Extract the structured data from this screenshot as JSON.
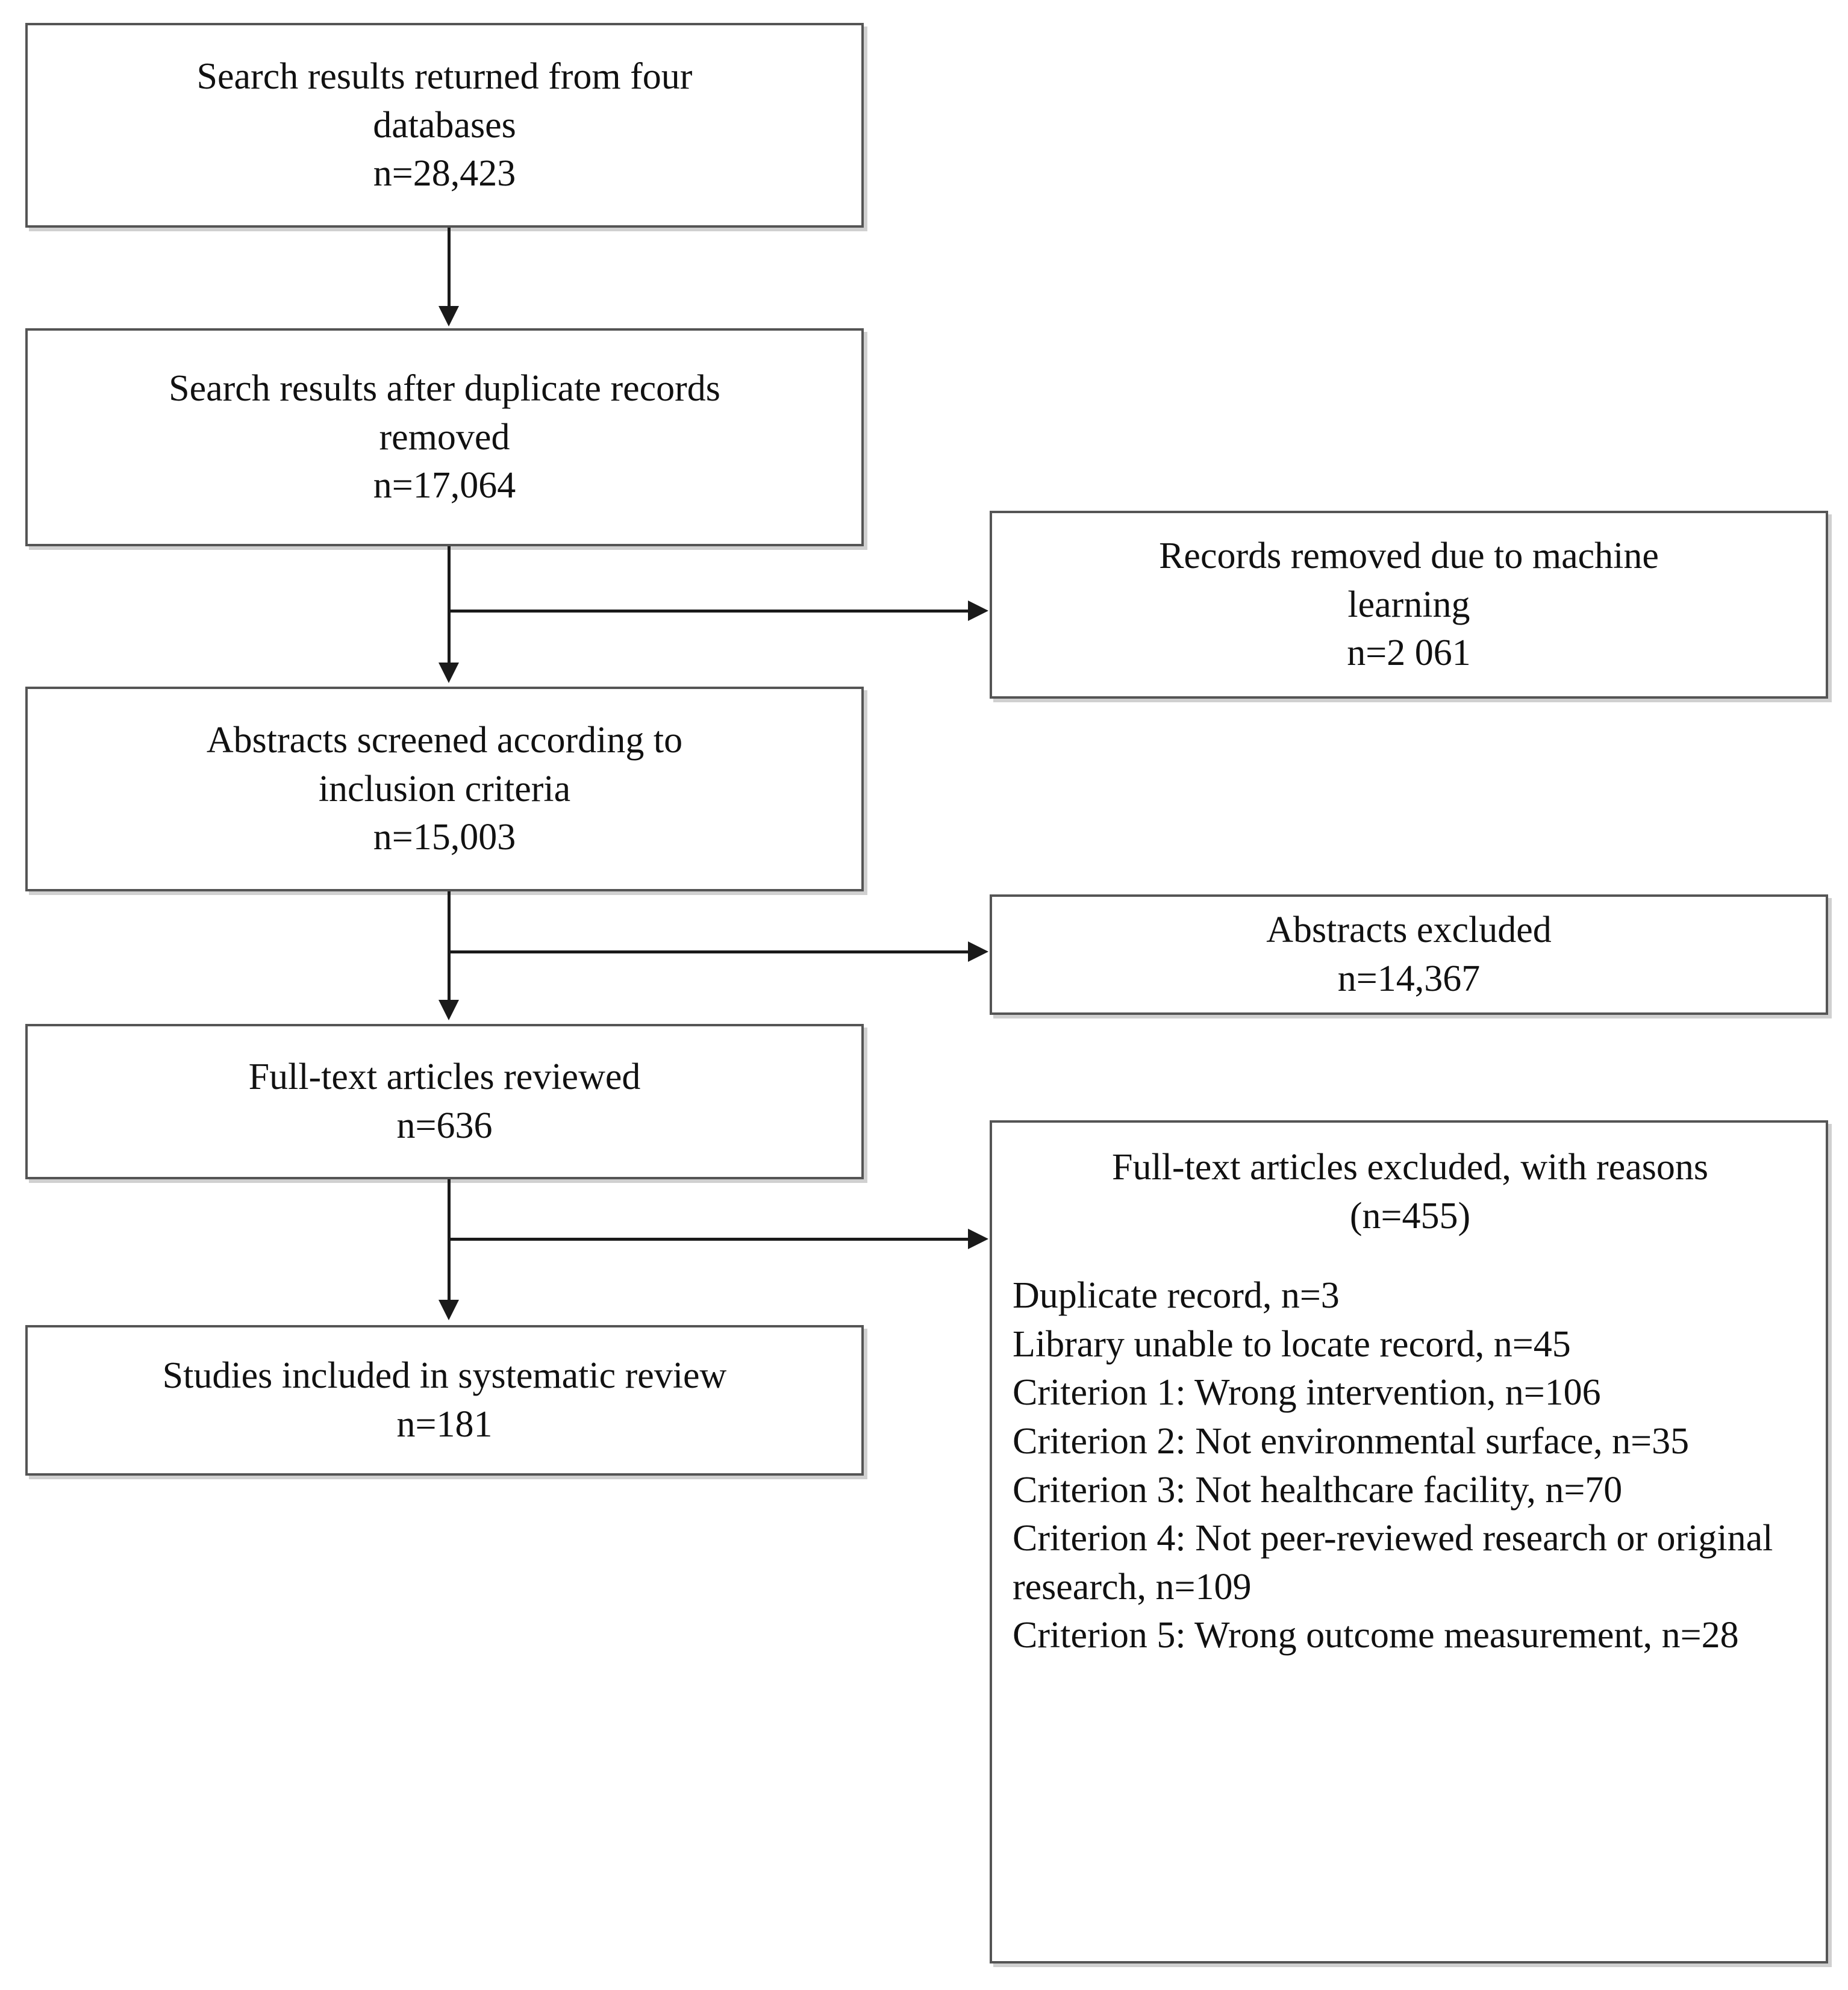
{
  "diagram": {
    "type": "prisma-flow-diagram",
    "title": "",
    "colors": {
      "box_border": "#555555",
      "box_fill": "#ffffff",
      "connector": "#1a1a1a",
      "shadow": "#aaaaaa"
    },
    "left_column": [
      {
        "id": "identification",
        "lines": [
          "Search results returned from four",
          "databases",
          "n=28,423"
        ],
        "count": 28423
      },
      {
        "id": "after-duplicates",
        "lines": [
          "Search results after duplicate records",
          "removed",
          "n=17,064"
        ],
        "count": 17064
      },
      {
        "id": "abstracts-screened",
        "lines": [
          "Abstracts screened according to",
          "inclusion criteria",
          "n=15,003"
        ],
        "count": 15003
      },
      {
        "id": "full-text-reviewed",
        "lines": [
          "Full-text articles reviewed",
          "n=636"
        ],
        "count": 636
      },
      {
        "id": "studies-included",
        "lines": [
          "Studies included in systematic review",
          "n=181"
        ],
        "count": 181
      }
    ],
    "right_column": [
      {
        "id": "removed-machine-learning",
        "lines": [
          "Records removed due to machine",
          "learning",
          "n=2 061"
        ],
        "count": 2061
      },
      {
        "id": "abstracts-excluded",
        "lines": [
          "Abstracts excluded",
          "n=14,367"
        ],
        "count": 14367
      },
      {
        "id": "full-text-excluded",
        "header": [
          "Full-text articles excluded, with reasons",
          "(n=455)"
        ],
        "count": 455,
        "reasons": [
          {
            "label": "Duplicate record, n=3",
            "n": 3
          },
          {
            "label": "Library unable to locate record, n=45",
            "n": 45
          },
          {
            "label": "Criterion 1: Wrong intervention, n=106",
            "n": 106
          },
          {
            "label": "Criterion 2: Not environmental surface, n=35",
            "n": 35
          },
          {
            "label": "Criterion 3: Not healthcare facility, n=70",
            "n": 70
          },
          {
            "label": "Criterion 4: Not peer-reviewed research or original research, n=109",
            "n": 109
          },
          {
            "label": "Criterion 5: Wrong outcome measurement, n=28",
            "n": 28
          }
        ]
      }
    ]
  }
}
